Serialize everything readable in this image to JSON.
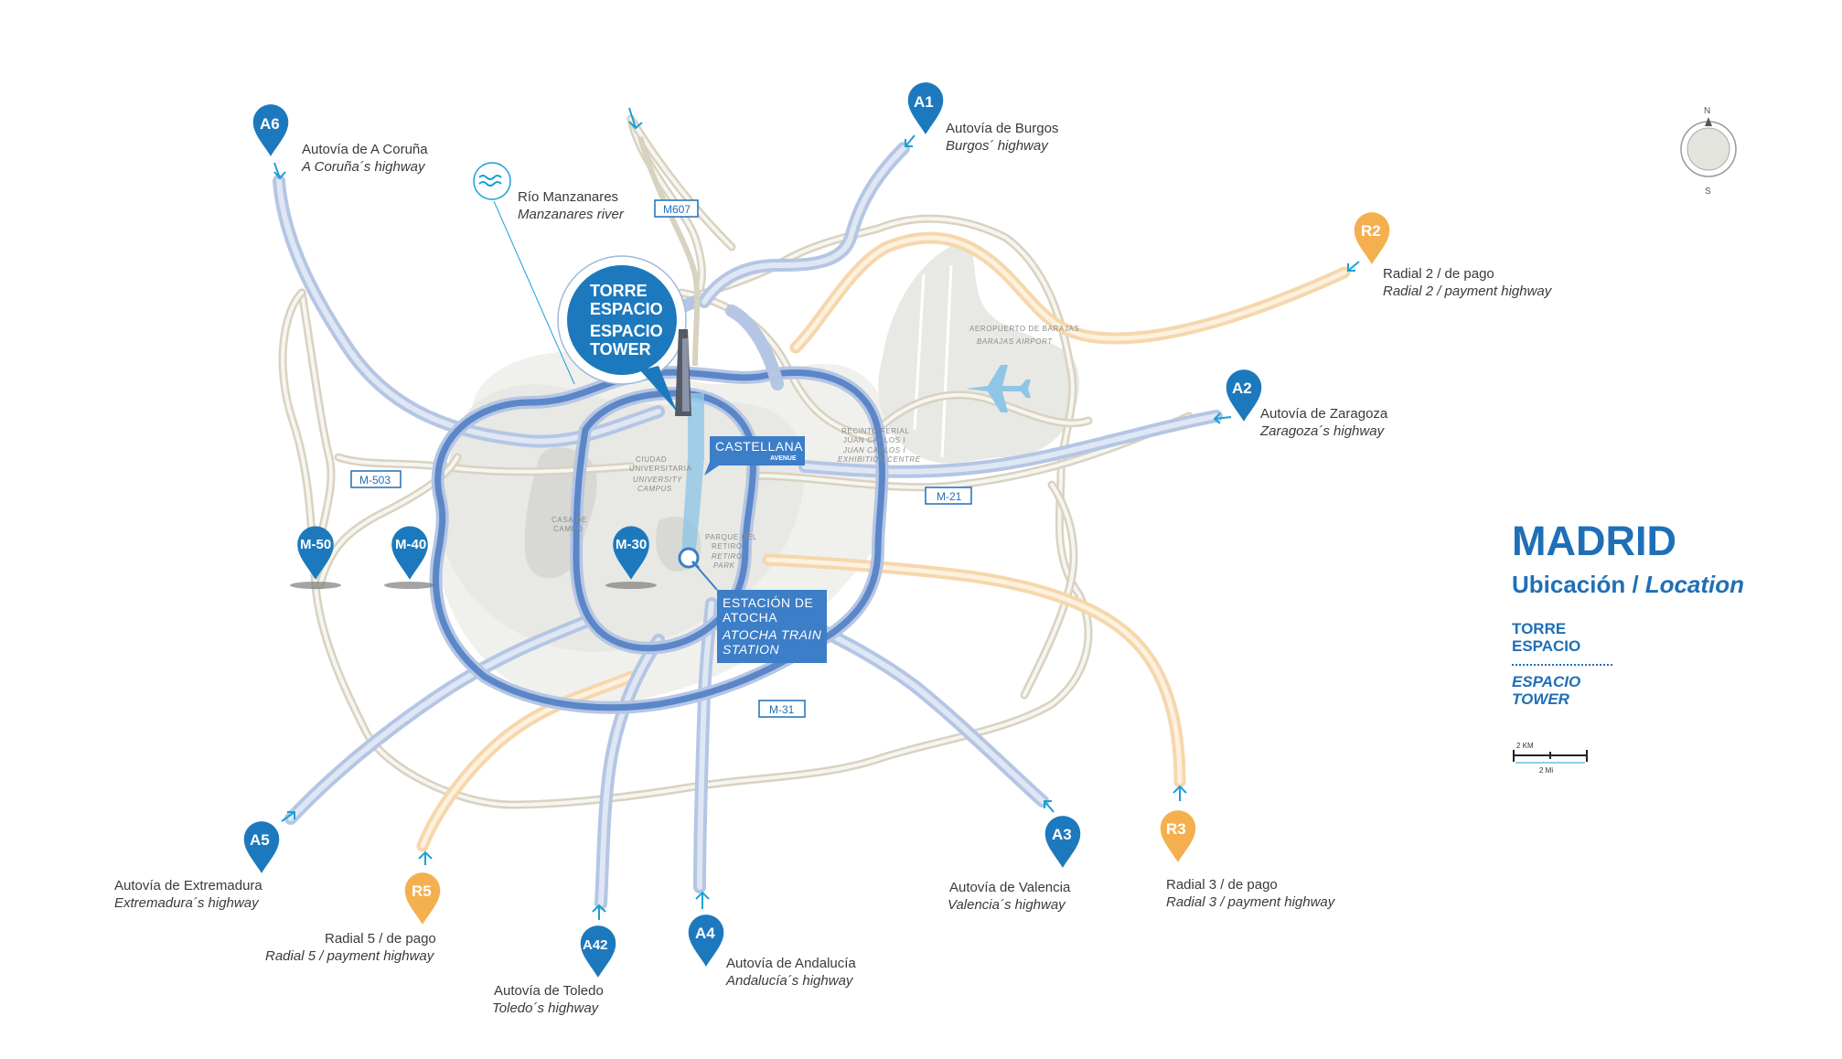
{
  "title": "MADRID",
  "subtitle_es": "Ubicación /",
  "subtitle_en": "Location",
  "legend": {
    "item_es_line1": "TORRE",
    "item_es_line2": "ESPACIO",
    "item_en_line1": "ESPACIO",
    "item_en_line2": "TOWER",
    "scale_km": "2 KM",
    "scale_mi": "2 Mi"
  },
  "compass": {
    "north": "N",
    "south": "S"
  },
  "tower_badge": {
    "line1": "TORRE",
    "line2": "ESPACIO",
    "line3": "ESPACIO",
    "line4": "TOWER"
  },
  "river": {
    "name_es": "Río Manzanares",
    "name_en": "Manzanares river",
    "icon": "water-waves-icon"
  },
  "castellana": {
    "name": "CASTELLANA",
    "sub": "AVENUE"
  },
  "atocha": {
    "line1": "ESTACIÓN DE",
    "line2": "ATOCHA",
    "line3": "ATOCHA TRAIN",
    "line4": "STATION"
  },
  "airport": {
    "name_es": "AEROPUERTO DE BARAJAS",
    "name_en": "BARAJAS AIRPORT",
    "icon": "airplane-icon"
  },
  "districts": {
    "ciudad_l1": "CIUDAD",
    "ciudad_l2": "UNIVERSITARIA",
    "ciudad_l3": "UNIVERSITY",
    "ciudad_l4": "CAMPUS",
    "casa_l1": "CASA DE",
    "casa_l2": "CAMPO",
    "retiro_l1": "PARQUE DEL",
    "retiro_l2": "RETIRO",
    "retiro_l3": "RETIRO",
    "retiro_l4": "PARK",
    "ifema_l1": "RECINTO FERIAL",
    "ifema_l2": "JUAN CARLOS I",
    "ifema_l3": "JUAN CARLOS I",
    "ifema_l4": "EXHIBITION CENTRE"
  },
  "road_badges": {
    "m607": "M607",
    "m503": "M-503",
    "m21": "M-21",
    "m31": "M-31"
  },
  "ring_pins": {
    "m50": "M-50",
    "m40": "M-40",
    "m30": "M-30"
  },
  "highways": {
    "a1": {
      "code": "A1",
      "es": "Autovía de Burgos",
      "en": "Burgos´ highway"
    },
    "a2": {
      "code": "A2",
      "es": "Autovía de Zaragoza",
      "en": "Zaragoza´s highway"
    },
    "a3": {
      "code": "A3",
      "es": "Autovía de Valencia",
      "en": "Valencia´s highway"
    },
    "a4": {
      "code": "A4",
      "es": "Autovía de Andalucía",
      "en": "Andalucía´s highway"
    },
    "a42": {
      "code": "A42",
      "es": "Autovía de Toledo",
      "en": "Toledo´s highway"
    },
    "a5": {
      "code": "A5",
      "es": "Autovía de Extremadura",
      "en": "Extremadura´s highway"
    },
    "a6": {
      "code": "A6",
      "es": "Autovía de A Coruña",
      "en": "A Coruña´s highway"
    },
    "r2": {
      "code": "R2",
      "es": "Radial 2 / de pago",
      "en": "Radial 2 / payment highway"
    },
    "r3": {
      "code": "R3",
      "es": "Radial 3 / de pago",
      "en": "Radial 3 / payment highway"
    },
    "r5": {
      "code": "R5",
      "es": "Radial 5 / de pago",
      "en": "Radial 5 / payment highway"
    }
  },
  "colors": {
    "brand_blue": "#1f6fb7",
    "pin_blue": "#1d79bd",
    "pin_orange": "#f4b04f",
    "city_fill": "#f0f0ed",
    "river_blue": "#8fc6e6"
  }
}
